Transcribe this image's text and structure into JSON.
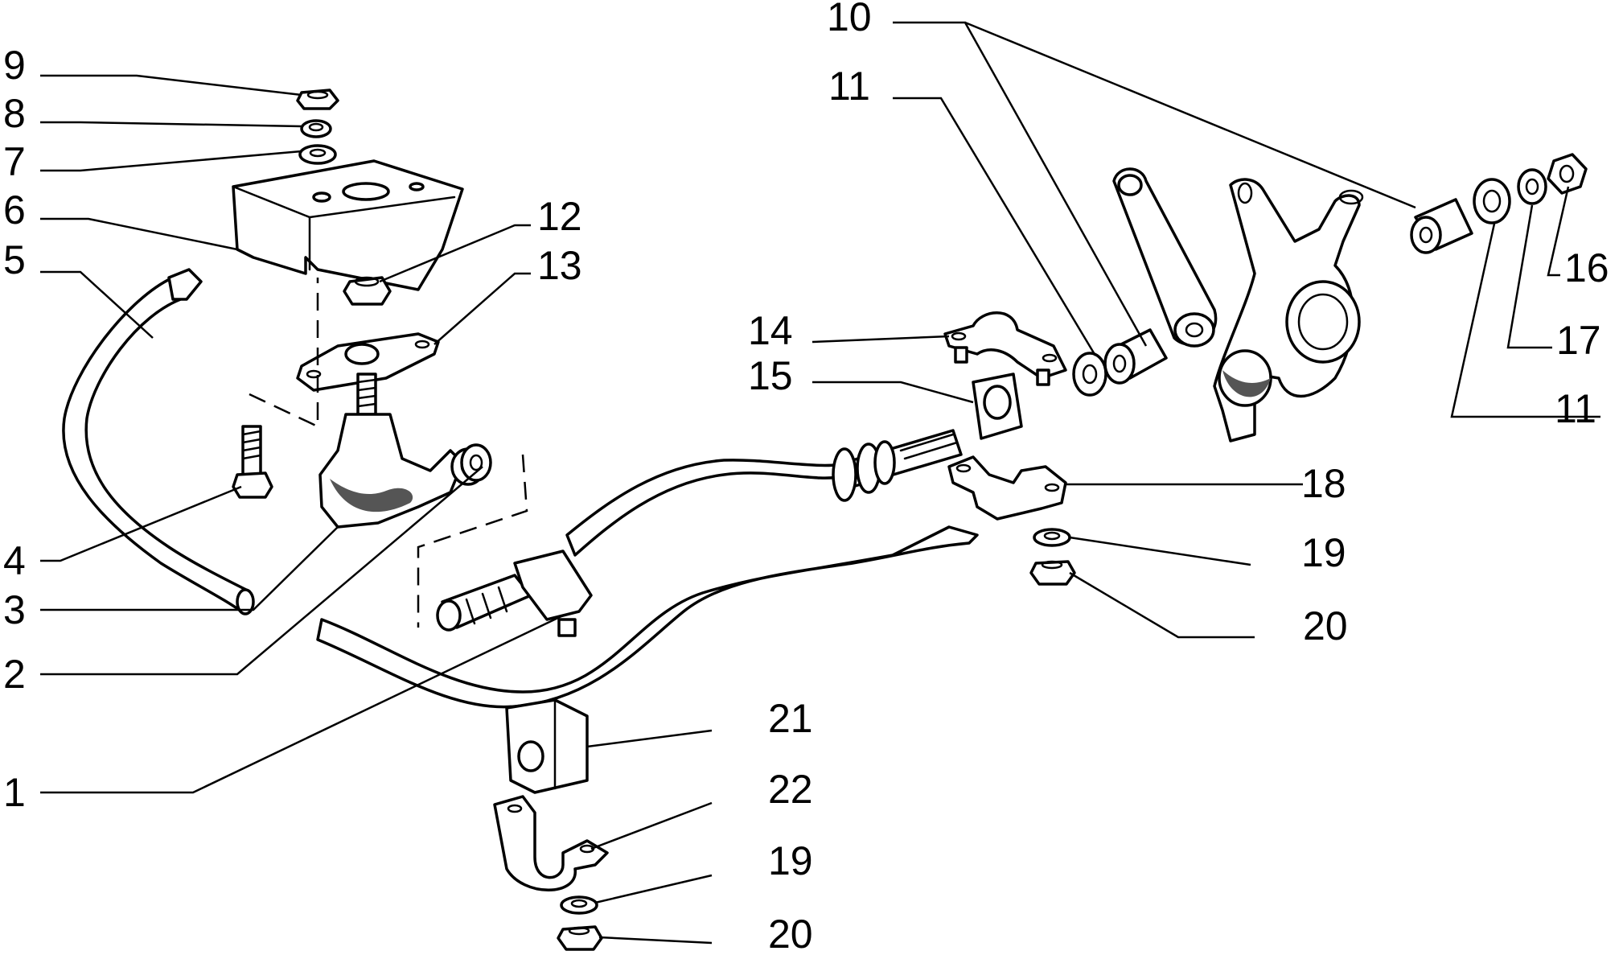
{
  "diagram": {
    "callouts": [
      {
        "id": "c1",
        "label": "1"
      },
      {
        "id": "c2",
        "label": "2"
      },
      {
        "id": "c3",
        "label": "3"
      },
      {
        "id": "c4",
        "label": "4"
      },
      {
        "id": "c5",
        "label": "5"
      },
      {
        "id": "c6",
        "label": "6"
      },
      {
        "id": "c7",
        "label": "7"
      },
      {
        "id": "c8",
        "label": "8"
      },
      {
        "id": "c9",
        "label": "9"
      },
      {
        "id": "c10",
        "label": "10"
      },
      {
        "id": "c11a",
        "label": "11"
      },
      {
        "id": "c11b",
        "label": "11"
      },
      {
        "id": "c12",
        "label": "12"
      },
      {
        "id": "c13",
        "label": "13"
      },
      {
        "id": "c14",
        "label": "14"
      },
      {
        "id": "c15",
        "label": "15"
      },
      {
        "id": "c16",
        "label": "16"
      },
      {
        "id": "c17",
        "label": "17"
      },
      {
        "id": "c18",
        "label": "18"
      },
      {
        "id": "c19a",
        "label": "19"
      },
      {
        "id": "c19b",
        "label": "19"
      },
      {
        "id": "c20a",
        "label": "20"
      },
      {
        "id": "c20b",
        "label": "20"
      },
      {
        "id": "c21",
        "label": "21"
      },
      {
        "id": "c22",
        "label": "22"
      }
    ]
  }
}
